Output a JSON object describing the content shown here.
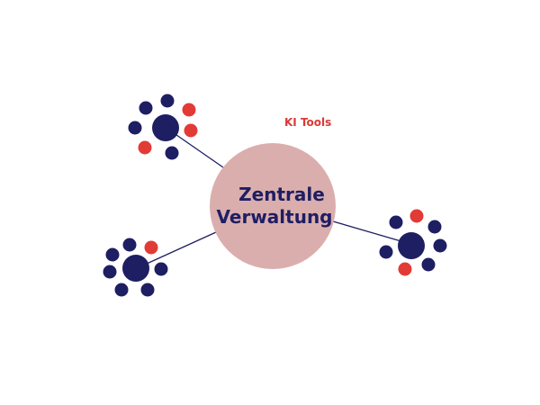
{
  "diagram": {
    "center": {
      "line1": "Zentrale",
      "line2": "Verwaltung"
    },
    "tag": {
      "text": "KI Tools"
    },
    "clusters": [
      {
        "id": "top-left",
        "satellites": [
          "dark",
          "dark",
          "red",
          "red",
          "dark",
          "red",
          "dark"
        ]
      },
      {
        "id": "bottom-left",
        "satellites": [
          "dark",
          "dark",
          "red",
          "dark",
          "dark",
          "dark",
          "dark"
        ]
      },
      {
        "id": "right",
        "satellites": [
          "dark",
          "red",
          "dark",
          "dark",
          "dark",
          "red",
          "dark"
        ]
      }
    ]
  },
  "colors": {
    "navy": "#1e1e63",
    "red": "#e23b35",
    "center_fill": "#dbaeae",
    "line": "#1e1e63"
  }
}
